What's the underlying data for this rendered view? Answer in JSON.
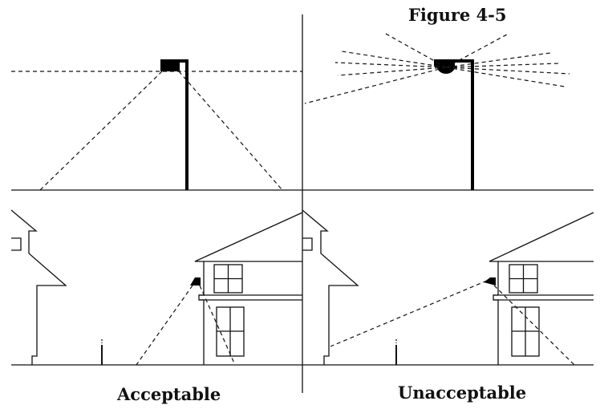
{
  "figure_title": "Figure 4-5",
  "panels": {
    "left": {
      "caption": "Acceptable"
    },
    "right": {
      "caption": "Unacceptable"
    }
  },
  "colors": {
    "ink": "#111111",
    "background": "#ffffff"
  }
}
